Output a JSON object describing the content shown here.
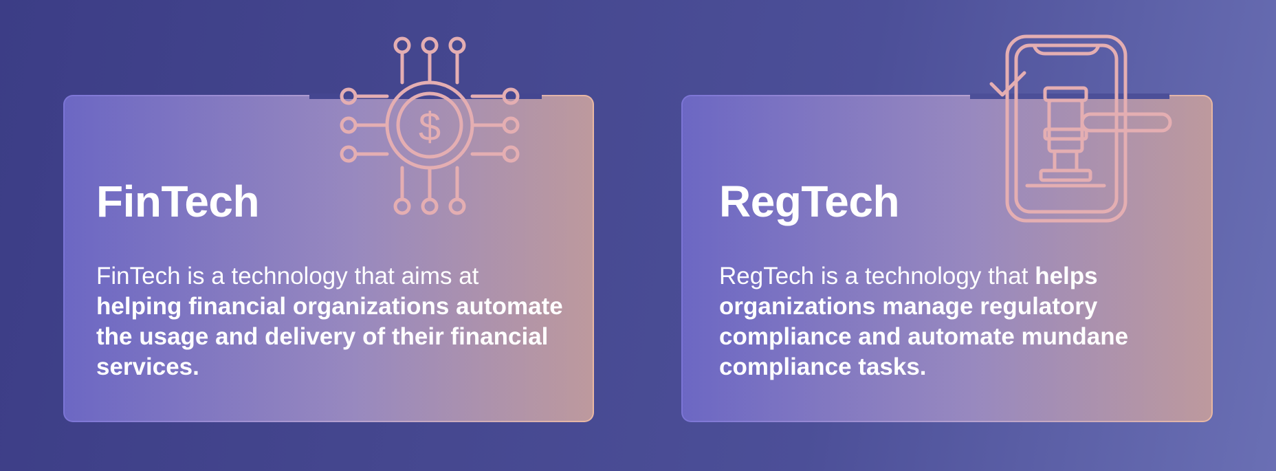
{
  "cards": {
    "fintech": {
      "title": "FinTech",
      "desc_plain": "FinTech is a technology that aims at",
      "desc_bold": "helping financial organizations automate the usage and delivery of their financial services.",
      "icon": "circuit-dollar-icon",
      "icon_glyph": "$"
    },
    "regtech": {
      "title": "RegTech",
      "desc_plain": "RegTech is a technology that",
      "desc_bold": "helps organizations manage regulatory compliance and automate mundane compliance tasks.",
      "icon": "phone-gavel-icon"
    }
  },
  "colors": {
    "background_start": "#3c3d86",
    "background_end": "#6a6fb4",
    "border_start": "#7c75d6",
    "border_end": "#e9b8a3",
    "icon_stroke": "#e4aeb2",
    "text": "#ffffff"
  }
}
